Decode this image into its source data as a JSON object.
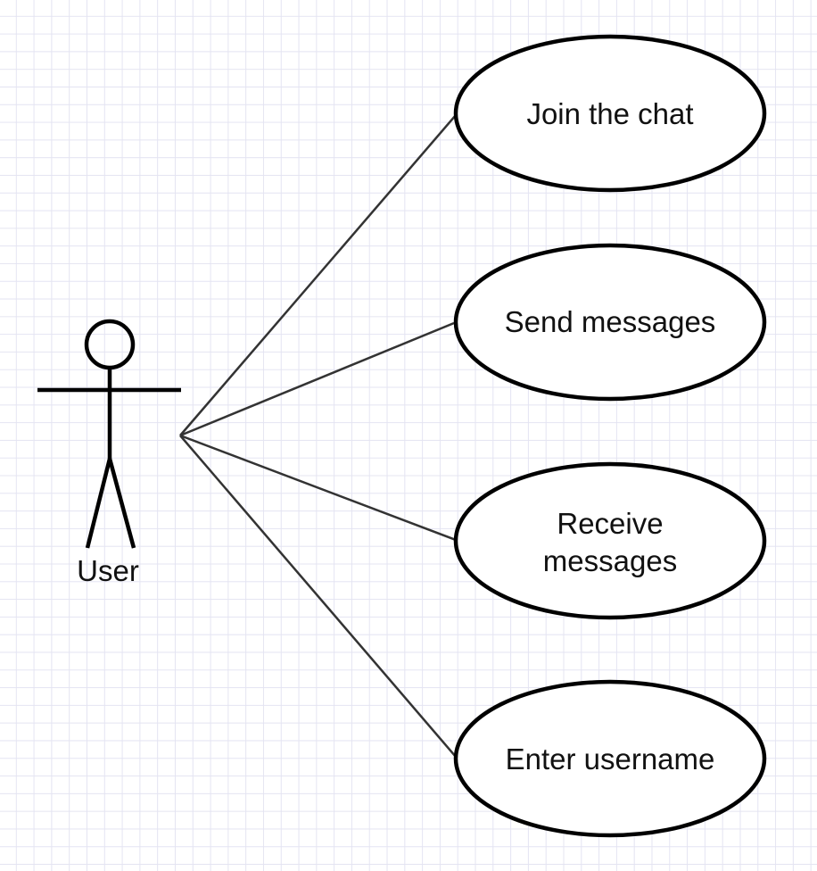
{
  "actor": {
    "name": "User",
    "icon": "stick-figure-icon"
  },
  "use_cases": [
    {
      "lines": [
        "Join the chat"
      ]
    },
    {
      "lines": [
        "Send messages"
      ]
    },
    {
      "lines": [
        "Receive",
        "messages"
      ]
    },
    {
      "lines": [
        "Enter username"
      ]
    }
  ],
  "colors": {
    "stroke": "#000000",
    "connector": "#333333",
    "grid": "#e4e4f2",
    "background": "#ffffff"
  }
}
